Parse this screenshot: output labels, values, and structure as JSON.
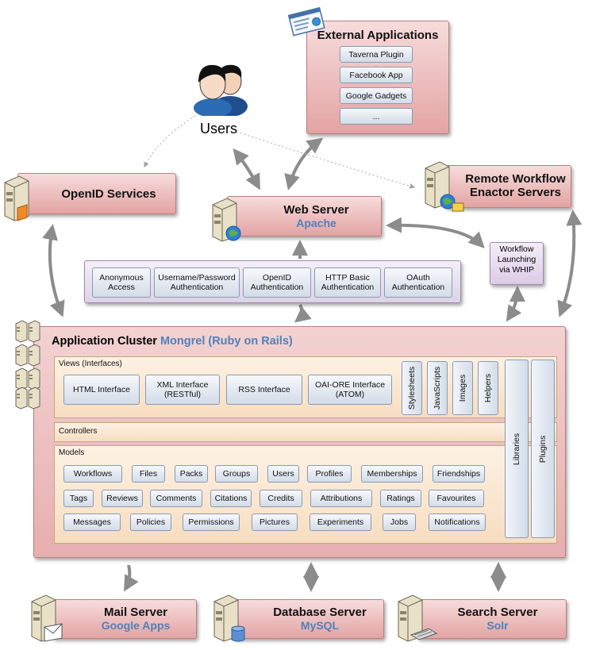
{
  "users": {
    "label": "Users"
  },
  "external": {
    "title": "External Applications",
    "items": [
      "Taverna Plugin",
      "Facebook App",
      "Google Gadgets",
      "..."
    ]
  },
  "openid_services": {
    "title": "OpenID Services"
  },
  "web_server": {
    "title": "Web Server",
    "sub": "Apache"
  },
  "remote_workflow": {
    "title_line1": "Remote Workflow",
    "title_line2": "Enactor Servers"
  },
  "workflow_launch": {
    "line1": "Workflow",
    "line2": "Launching",
    "line3": "via WHIP"
  },
  "auth": [
    {
      "line1": "Anonymous",
      "line2": "Access"
    },
    {
      "line1": "Username/Password",
      "line2": "Authentication"
    },
    {
      "line1": "OpenID",
      "line2": "Authentication"
    },
    {
      "line1": "HTTP Basic",
      "line2": "Authentication"
    },
    {
      "line1": "OAuth",
      "line2": "Authentication"
    }
  ],
  "cluster": {
    "title": "Application Cluster",
    "sub": "Mongrel (Ruby on Rails)",
    "views_label": "Views (Interfaces)",
    "views": [
      {
        "line1": "HTML Interface",
        "line2": ""
      },
      {
        "line1": "XML Interface",
        "line2": "(RESTful)"
      },
      {
        "line1": "RSS Interface",
        "line2": ""
      },
      {
        "line1": "OAI-ORE Interface",
        "line2": "(ATOM)"
      }
    ],
    "view_verticals": [
      "Stylesheets",
      "JavaScripts",
      "Images",
      "Helpers"
    ],
    "libraries": "Libraries",
    "plugins": "Plugins",
    "controllers_label": "Controllers",
    "models_label": "Models",
    "models_rows": [
      [
        "Workflows",
        "Files",
        "Packs",
        "Groups",
        "Users",
        "Profiles",
        "Memberships",
        "Friendships"
      ],
      [
        "Tags",
        "Reviews",
        "Comments",
        "Citations",
        "Credits",
        "Attributions",
        "Ratings",
        "Favourites"
      ],
      [
        "Messages",
        "Policies",
        "Permissions",
        "Pictures",
        "Experiments",
        "Jobs",
        "Notifications"
      ]
    ]
  },
  "mail": {
    "title": "Mail Server",
    "sub": "Google Apps"
  },
  "database": {
    "title": "Database Server",
    "sub": "MySQL"
  },
  "search": {
    "title": "Search Server",
    "sub": "Solr"
  },
  "colors": {
    "node_fill": "#e3a3a3",
    "accent_text": "#4f81bd",
    "arrow": "#8c8c8c"
  }
}
